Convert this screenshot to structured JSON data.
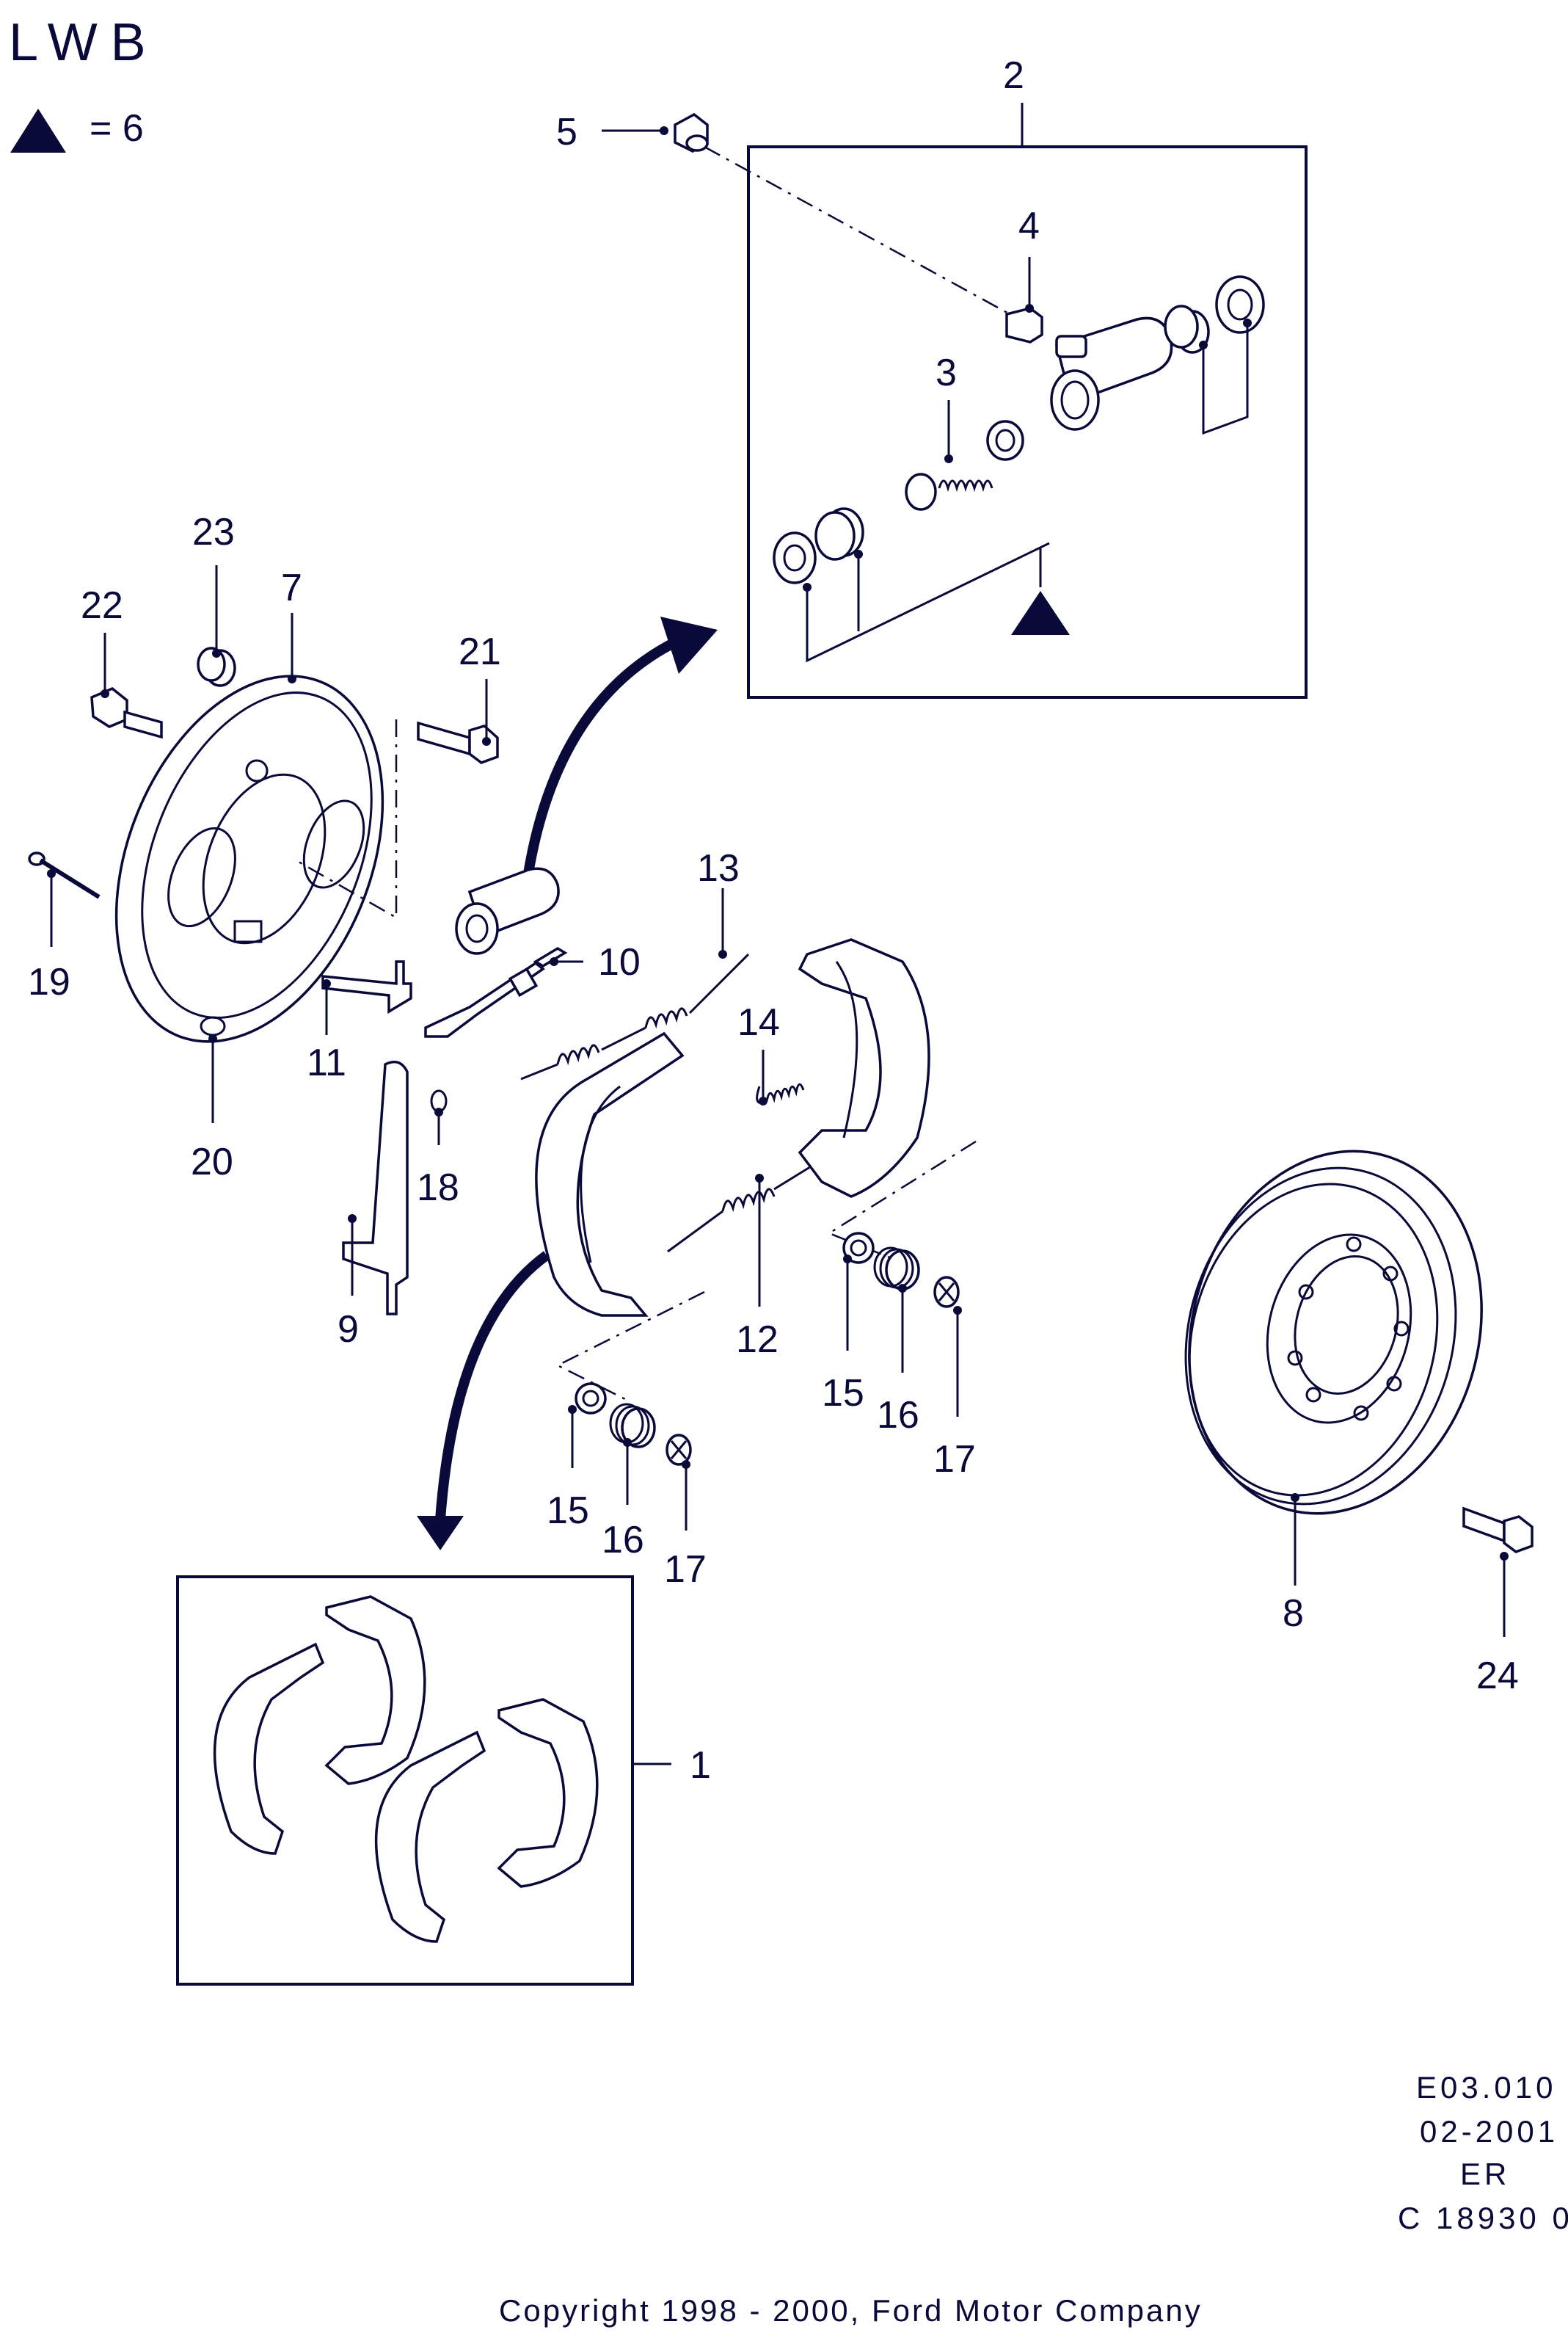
{
  "header": {
    "title": "LWB",
    "legend_equals": "= 6"
  },
  "callouts": {
    "c1": "1",
    "c2": "2",
    "c3": "3",
    "c4": "4",
    "c5": "5",
    "c7": "7",
    "c8": "8",
    "c9": "9",
    "c10": "10",
    "c11": "11",
    "c12": "12",
    "c13": "13",
    "c14": "14",
    "c15a": "15",
    "c15b": "15",
    "c16a": "16",
    "c16b": "16",
    "c17a": "17",
    "c17b": "17",
    "c18": "18",
    "c19": "19",
    "c20": "20",
    "c21": "21",
    "c22": "22",
    "c23": "23",
    "c24": "24"
  },
  "footer": {
    "code": "E03.010",
    "date": "02-2001",
    "region": "ER",
    "ref": "C 18930 0",
    "copyright": "Copyright 1998 - 2000, Ford Motor Company"
  }
}
